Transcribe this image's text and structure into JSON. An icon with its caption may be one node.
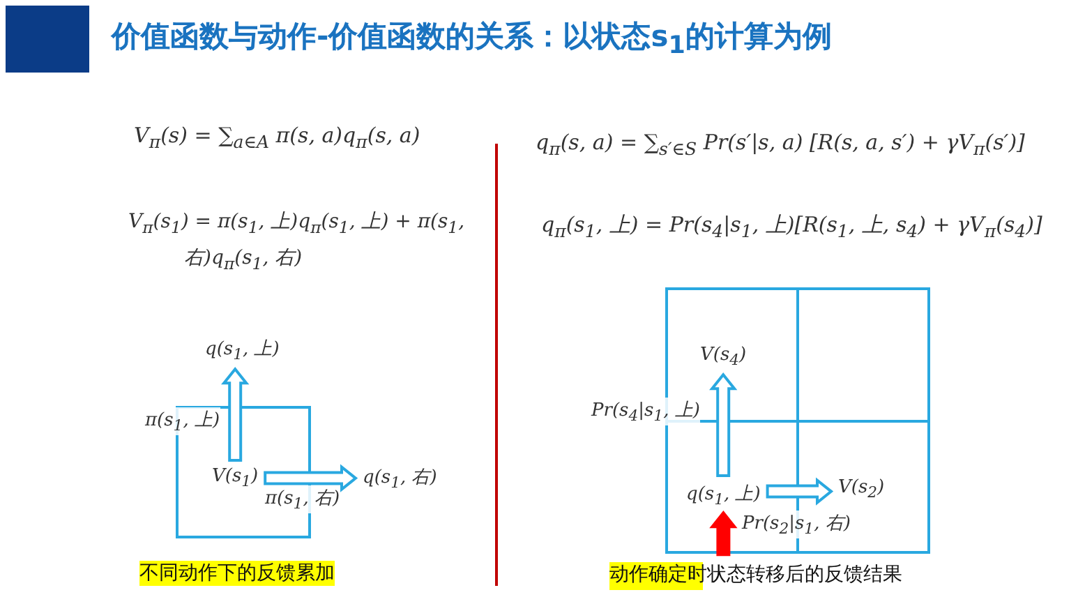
{
  "diagram": {
    "title": "价值函数与动作-价值函数的关系：以状态s$_{1}$的计算为例",
    "nodes": [
      {
        "text": [
          "V(s$_{1}$)"
        ]
      },
      {
        "text": [
          "q(s$_{1}$, 上)"
        ]
      },
      {
        "text": [
          "q(s$_{1}$, 右)"
        ]
      },
      {
        "text": [
          "q(s$_{1}$, 上)"
        ]
      },
      {
        "text": [
          "V(s$_{4}$)"
        ]
      },
      {
        "text": [
          "V(s$_{2}$)"
        ]
      }
    ],
    "edges": [
      {
        "from": 0,
        "to": 1,
        "arrow": "to",
        "label": "π(s$_{1}$, 上)"
      },
      {
        "from": 0,
        "to": 2,
        "arrow": "to",
        "label": "π(s$_{1}$, 右)"
      },
      {
        "from": 3,
        "to": 4,
        "arrow": "to",
        "label": "Pr(s$_{4}$|s$_{1}$, 上)"
      },
      {
        "from": 3,
        "to": 5,
        "arrow": "to",
        "label": "Pr(s$_{2}$|s$_{1}$, 右)"
      },
      {
        "from": null,
        "to": 3,
        "arrow": "to",
        "color": "#ff0000"
      }
    ],
    "labels": [
      "V$_{π}$(s) = ∑$_{a∈A}$ π(s, a)q$_{π}$(s, a)",
      "V$_{π}$(s$_{1}$) = π(s$_{1}$, 上)q$_{π}$(s$_{1}$, 上) + π(s$_{1}$, 右)q$_{π}$(s$_{1}$, 右)",
      "q$_{π}$(s, a) = ∑$_{s′∈S}$ Pr(s′|s, a) [R(s, a, s′) + γV$_{π}$(s′)]",
      "q$_{π}$(s$_{1}$, 上) = Pr(s$_{4}$|s$_{1}$, 上)[R(s$_{1}$, 上, s$_{4}$) + γV$_{π}$(s$_{4}$)]",
      "不同动作下的反馈累加",
      "动作确定时状态转移后的反馈结果"
    ]
  }
}
